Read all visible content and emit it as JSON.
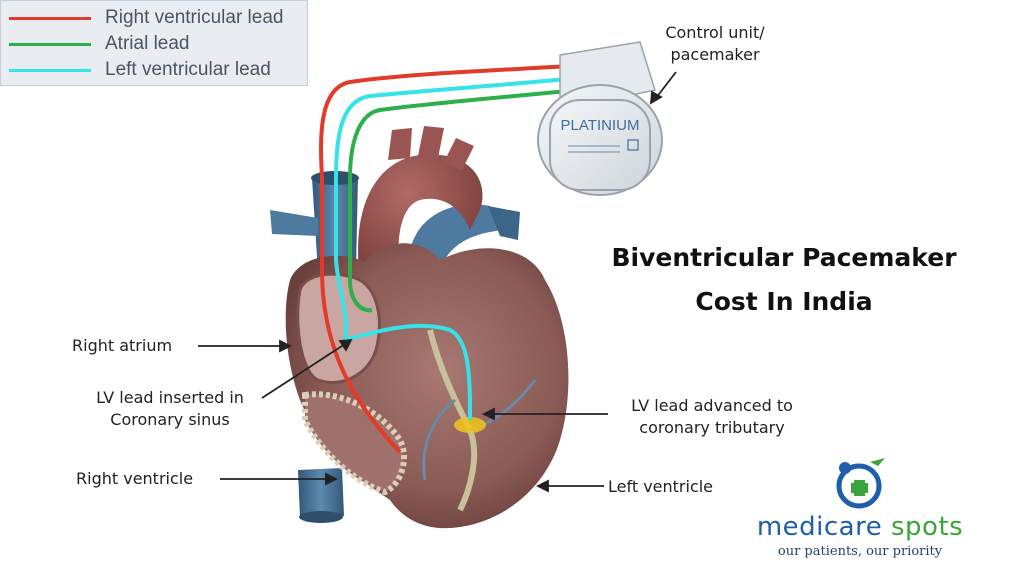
{
  "legend": {
    "items": [
      {
        "label": "Right ventricular lead",
        "color": "#e23b2a"
      },
      {
        "label": "Atrial lead",
        "color": "#2db04c"
      },
      {
        "label": "Left ventricular lead",
        "color": "#35e3e8"
      }
    ]
  },
  "device": {
    "label_line1": "Control unit/",
    "label_line2": "pacemaker",
    "brand": "PLATINIUM"
  },
  "title": {
    "line1": "Biventricular Pacemaker",
    "line2": "Cost In India"
  },
  "labels": {
    "right_atrium": "Right atrium",
    "lv_inserted_1": "LV lead inserted in",
    "lv_inserted_2": "Coronary sinus",
    "right_ventricle": "Right ventricle",
    "lv_advanced_1": "LV lead advanced to",
    "lv_advanced_2": "coronary tributary",
    "left_ventricle": "Left ventricle"
  },
  "logo": {
    "name_part1": "medicare",
    "name_part2": "spots",
    "tagline": "our patients, our priority"
  },
  "colors": {
    "heart": "#8a5a55",
    "vessel_blue": "#4d7a9e",
    "aorta": "#8b4a4a",
    "brand_blue": "#1f5ea8",
    "brand_green": "#3aa53a"
  }
}
